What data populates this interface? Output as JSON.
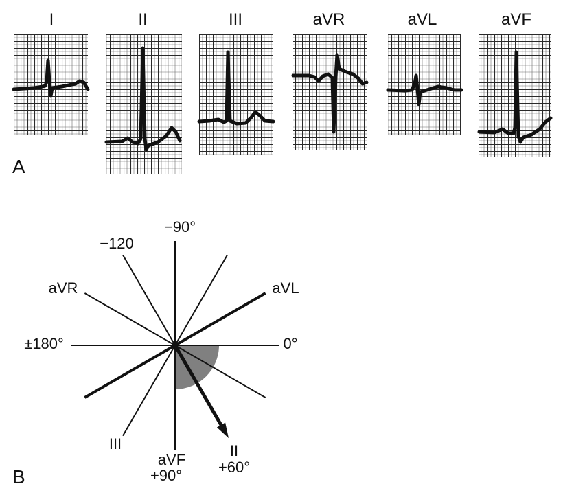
{
  "panel_a": {
    "letter": "A",
    "leads": [
      {
        "id": "I",
        "label": "I"
      },
      {
        "id": "II",
        "label": "II"
      },
      {
        "id": "III",
        "label": "III"
      },
      {
        "id": "aVR",
        "label": "aVR"
      },
      {
        "id": "aVL",
        "label": "aVL"
      },
      {
        "id": "aVF",
        "label": "aVF"
      }
    ]
  },
  "panel_b": {
    "letter": "B",
    "labels": {
      "minus90": "−90°",
      "minus120": "−120",
      "avr": "aVR",
      "avl": "aVL",
      "pm180": "±180°",
      "zero": "0°",
      "iii": "III",
      "avf": "aVF",
      "plus90": "+90°",
      "ii": "II",
      "plus60": "+60°"
    },
    "axes_deg": [
      0,
      30,
      60,
      90,
      120,
      150,
      180,
      -150,
      -120,
      -90,
      -60,
      -30
    ],
    "emphasized_deg": [
      -30,
      150
    ],
    "mean_axis_deg": 60,
    "normal_range_deg": [
      0,
      90
    ],
    "colors": {
      "ink": "#111111",
      "sector": "#808080",
      "grid": "#333333"
    }
  }
}
